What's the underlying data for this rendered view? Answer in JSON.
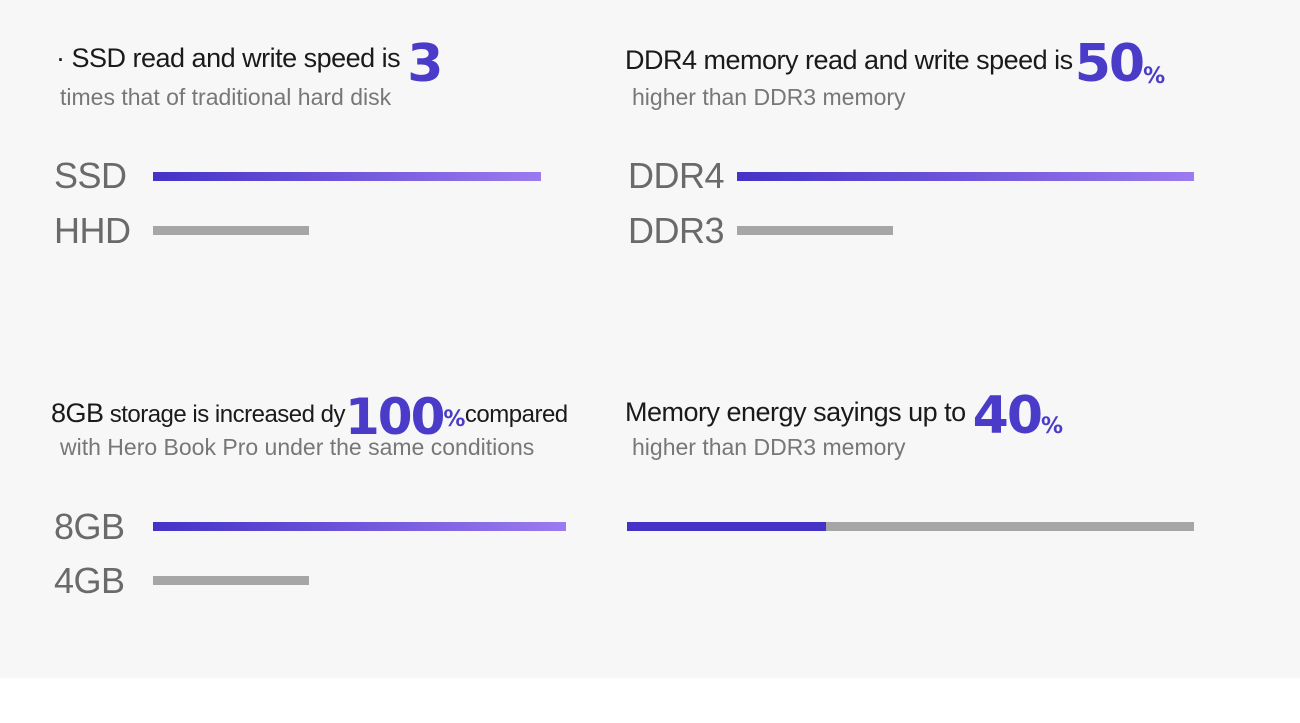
{
  "sections": {
    "ssd": {
      "headline_prefix": "· SSD read and write speed is ",
      "headline_number": "3",
      "subtitle": "times that of traditional hard disk",
      "bars": [
        {
          "label": "SSD",
          "relative_value": 1.0
        },
        {
          "label": "HHD",
          "relative_value": 0.4
        }
      ]
    },
    "ddr4": {
      "headline_prefix": "DDR4 memory read and write speed is",
      "headline_number": "50",
      "headline_unit": "%",
      "subtitle": "higher than DDR3 memory",
      "bars": [
        {
          "label": "DDR4",
          "relative_value": 1.0
        },
        {
          "label": "DDR3",
          "relative_value": 0.34
        }
      ]
    },
    "storage": {
      "headline_prefix_large": "8GB",
      "headline_prefix_small": " storage is increased dy",
      "headline_number": "100",
      "headline_unit": "%",
      "headline_suffix": "compared",
      "subtitle": "with Hero Book Pro under the same conditions",
      "bars": [
        {
          "label": "8GB",
          "relative_value": 1.0
        },
        {
          "label": "4GB",
          "relative_value": 0.38
        }
      ]
    },
    "energy": {
      "headline_prefix": "Memory energy sayings up to ",
      "headline_number": "40",
      "headline_unit": "%",
      "subtitle": "higher than DDR3 memory",
      "bar": {
        "saving_fraction": 0.35
      }
    }
  },
  "colors": {
    "accent": "#4a3bc9",
    "bar_gradient_start": "#4533c7",
    "bar_gradient_end": "#9b7bef",
    "bar_gray": "#a6a6a6",
    "panel_background": "#f7f7f7"
  }
}
